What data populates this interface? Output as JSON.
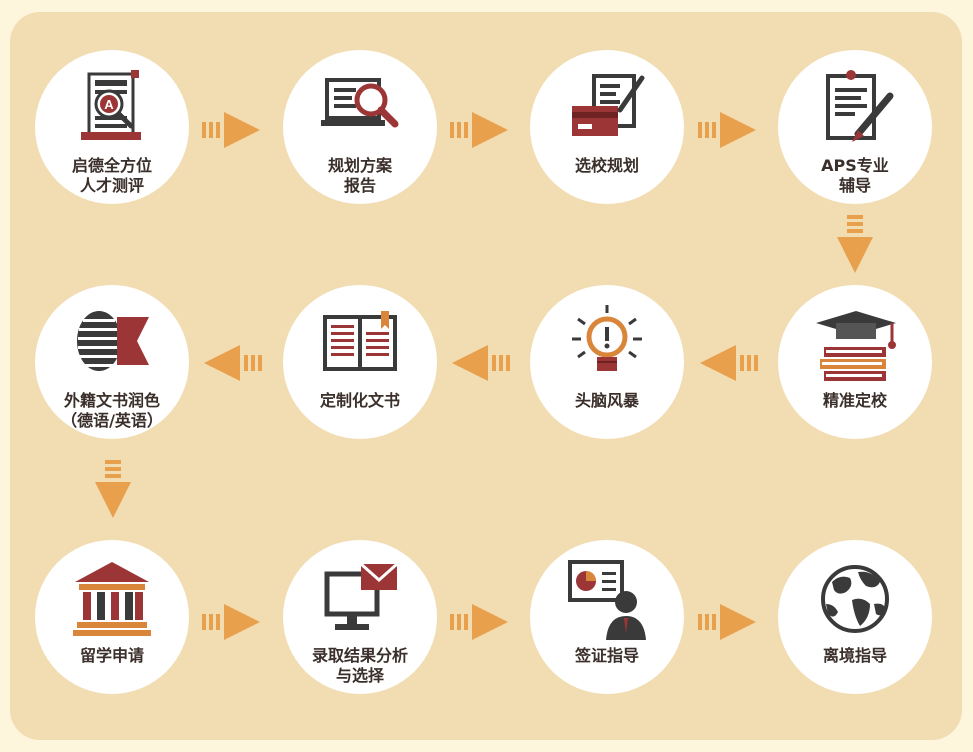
{
  "steps": [
    {
      "label": "启德全方位\n人才测评",
      "icon": "assessment-document-icon"
    },
    {
      "label": "规划方案\n报告",
      "icon": "laptop-magnifier-icon"
    },
    {
      "label": "选校规划",
      "icon": "card-pencil-icon"
    },
    {
      "label": "APS专业\n辅导",
      "icon": "clipboard-pencil-icon"
    },
    {
      "label": "精准定校",
      "icon": "graduation-books-icon"
    },
    {
      "label": "头脑风暴",
      "icon": "lightbulb-icon"
    },
    {
      "label": "定制化文书",
      "icon": "open-book-icon"
    },
    {
      "label": "外籍文书润色\n（德语/英语）",
      "icon": "scroll-document-icon"
    },
    {
      "label": "留学申请",
      "icon": "university-building-icon"
    },
    {
      "label": "录取结果分析\n与选择",
      "icon": "computer-mail-icon"
    },
    {
      "label": "签证指导",
      "icon": "presenter-chart-icon"
    },
    {
      "label": "离境指导",
      "icon": "globe-icon"
    }
  ],
  "colors": {
    "background": "#fdf6dc",
    "panel": "#f2ddb3",
    "arrow": "#e8a04c",
    "icon_dark": "#3a3a3a",
    "icon_red": "#9c3535",
    "label": "#3a2f2a"
  }
}
